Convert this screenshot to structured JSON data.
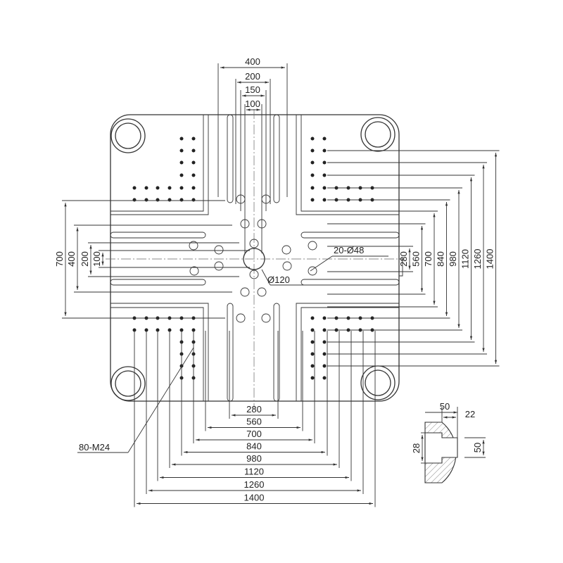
{
  "labels": {
    "top_dims": [
      "400",
      "200",
      "150",
      "100"
    ],
    "left_dims": [
      "700",
      "400",
      "200",
      "100"
    ],
    "right_dims": [
      "280",
      "560",
      "700",
      "840",
      "980",
      "1120",
      "1260",
      "1400"
    ],
    "bottom_dims": [
      "280",
      "560",
      "700",
      "840",
      "980",
      "1120",
      "1260",
      "1400"
    ],
    "ejector_holes": "20-Ø48",
    "center_bore": "Ø120",
    "tapped_holes": "80-M24",
    "slot_detail": {
      "width_top": "50",
      "neck": "22",
      "depth": "28",
      "height": "50"
    }
  }
}
